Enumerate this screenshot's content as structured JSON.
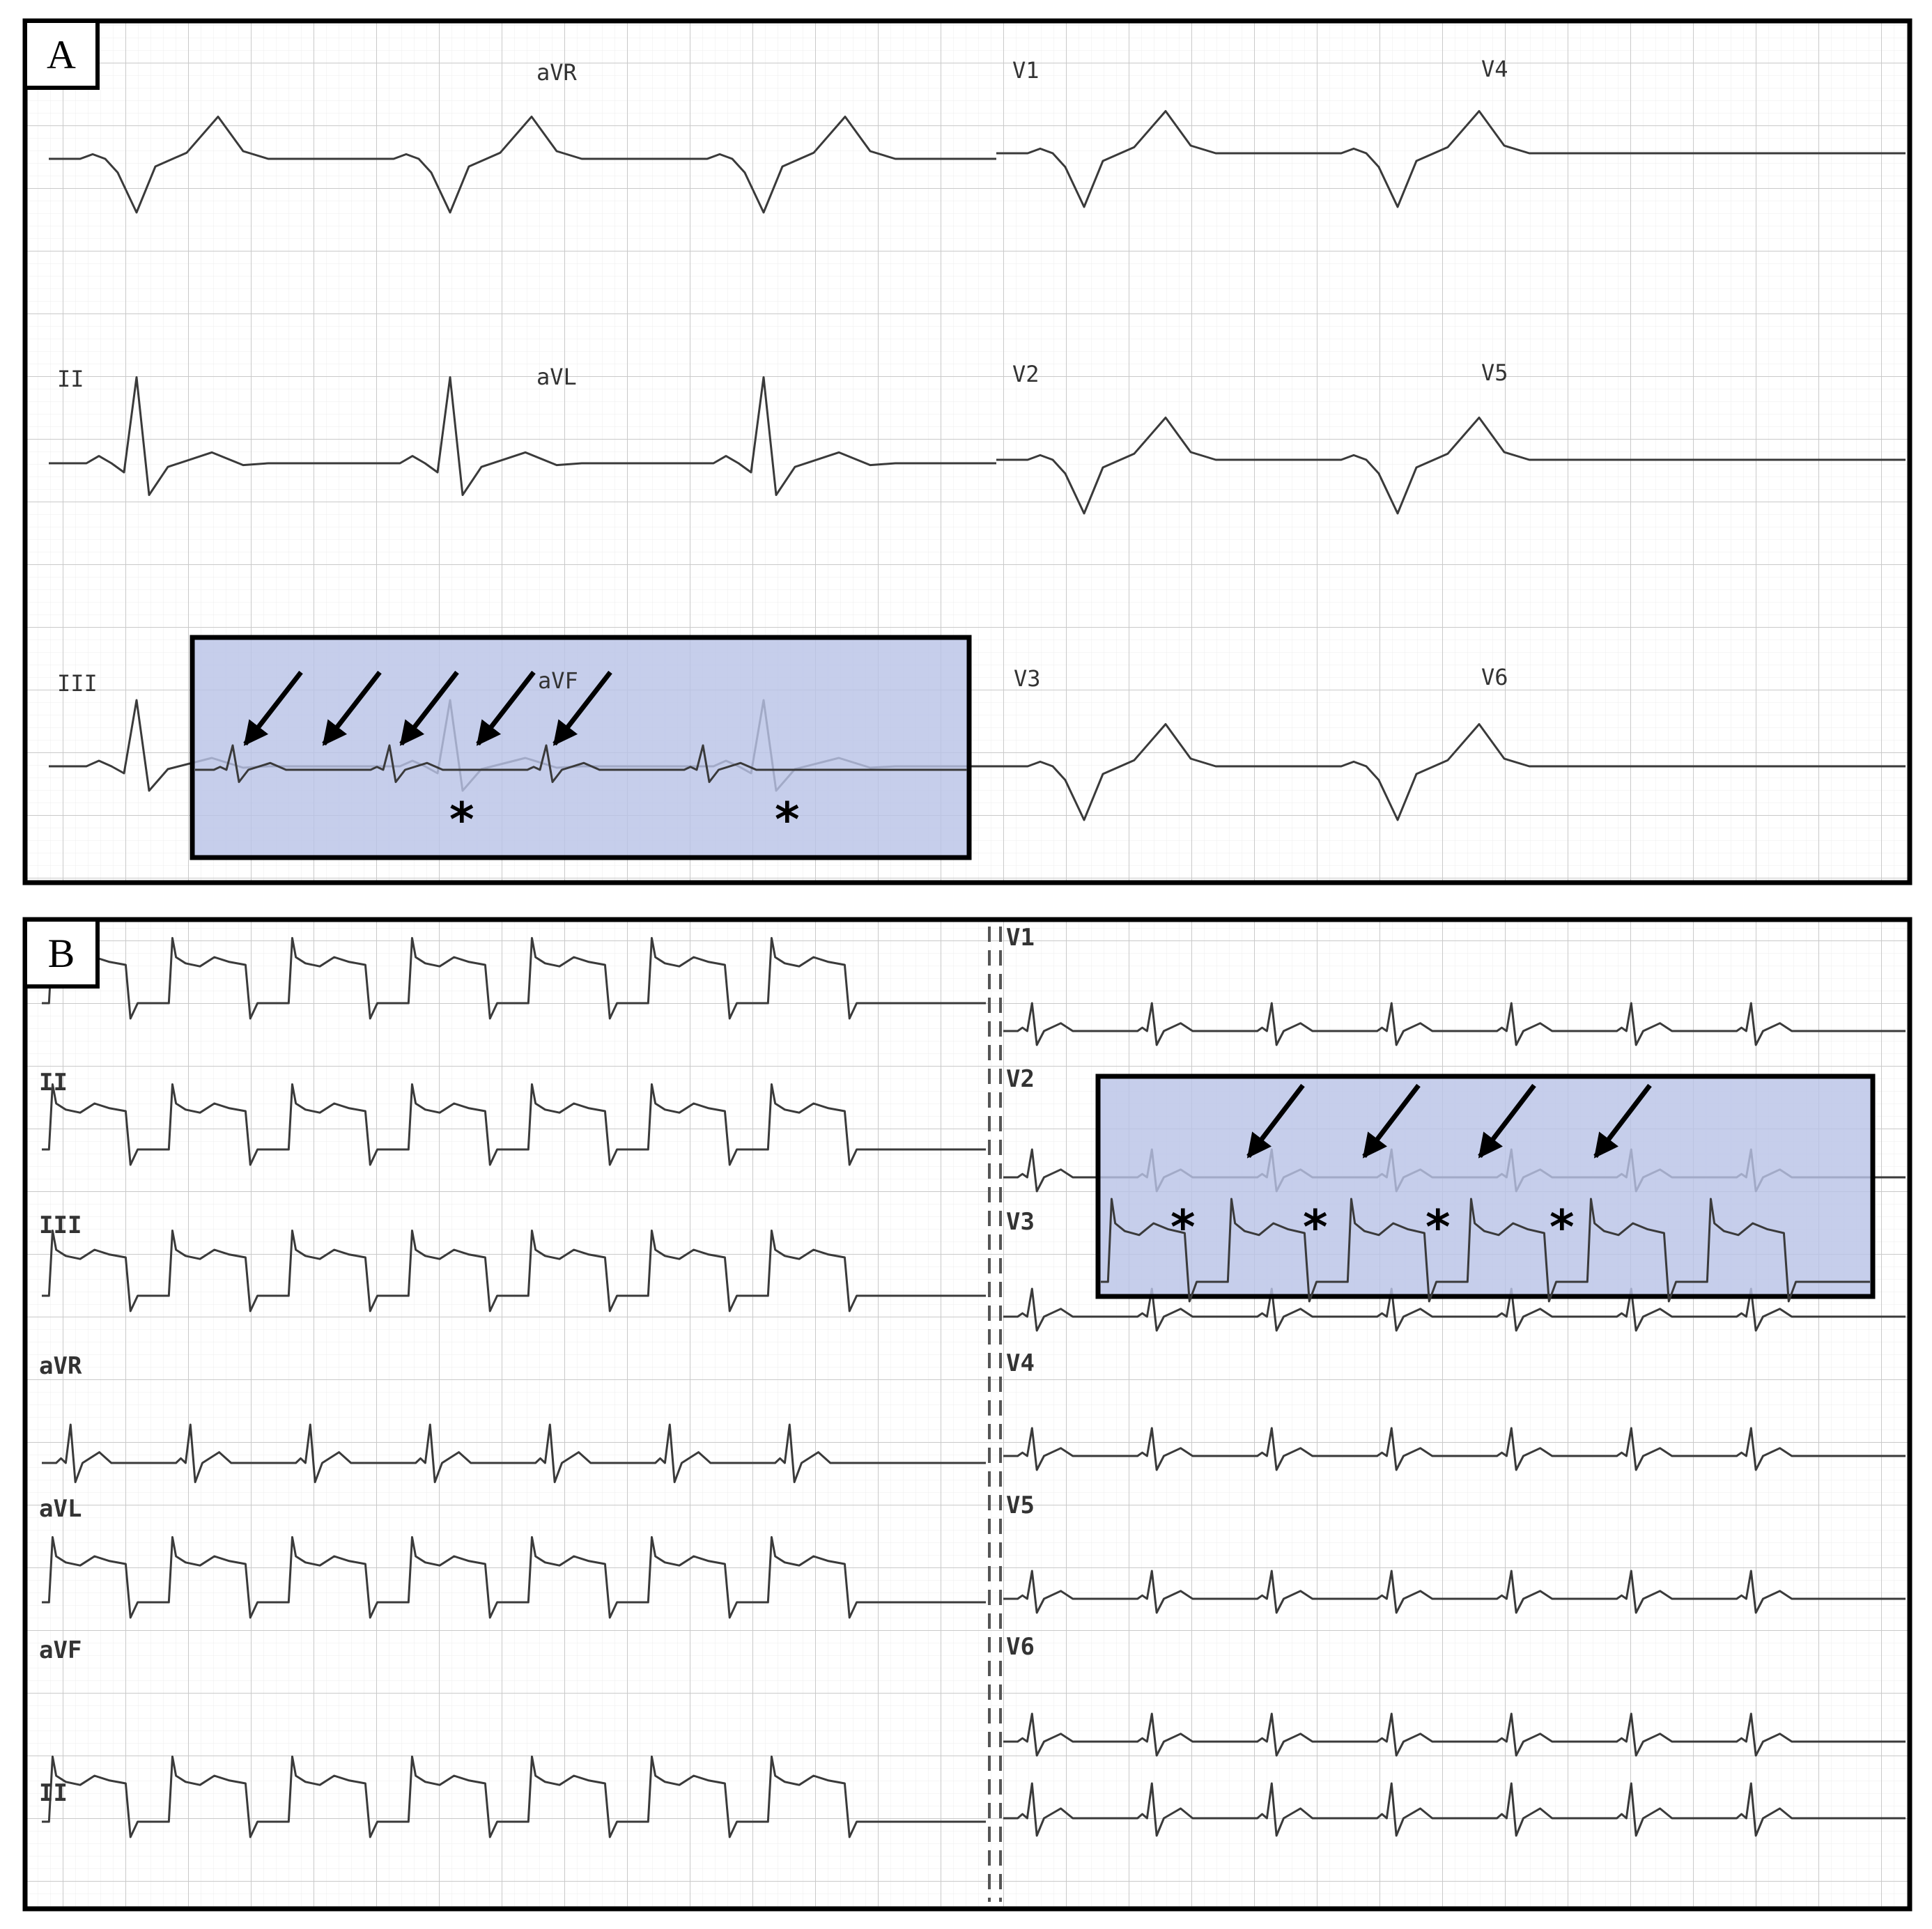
{
  "panels": [
    {
      "letter": "A",
      "leads": [
        "aVR",
        "aVL",
        "aVF",
        "V1",
        "V2",
        "V3",
        "V4",
        "V5",
        "V6",
        "II",
        "III"
      ],
      "inset_asterisks": [
        "*",
        "*"
      ],
      "inset_arrow_count": 5
    },
    {
      "letter": "B",
      "leads": [
        "II",
        "III",
        "aVR",
        "aVL",
        "aVF",
        "II",
        "V1",
        "V2",
        "V3",
        "V4",
        "V5",
        "V6"
      ],
      "inset_asterisks": [
        "*",
        "*",
        "*",
        "*"
      ],
      "inset_arrow_count": 4
    }
  ],
  "colors": {
    "grid_major": "#c9c9c9",
    "grid_minor": "#ececec",
    "trace": "#3a3a3a",
    "inset_fill": "#b9c3e6",
    "border": "#000000"
  }
}
